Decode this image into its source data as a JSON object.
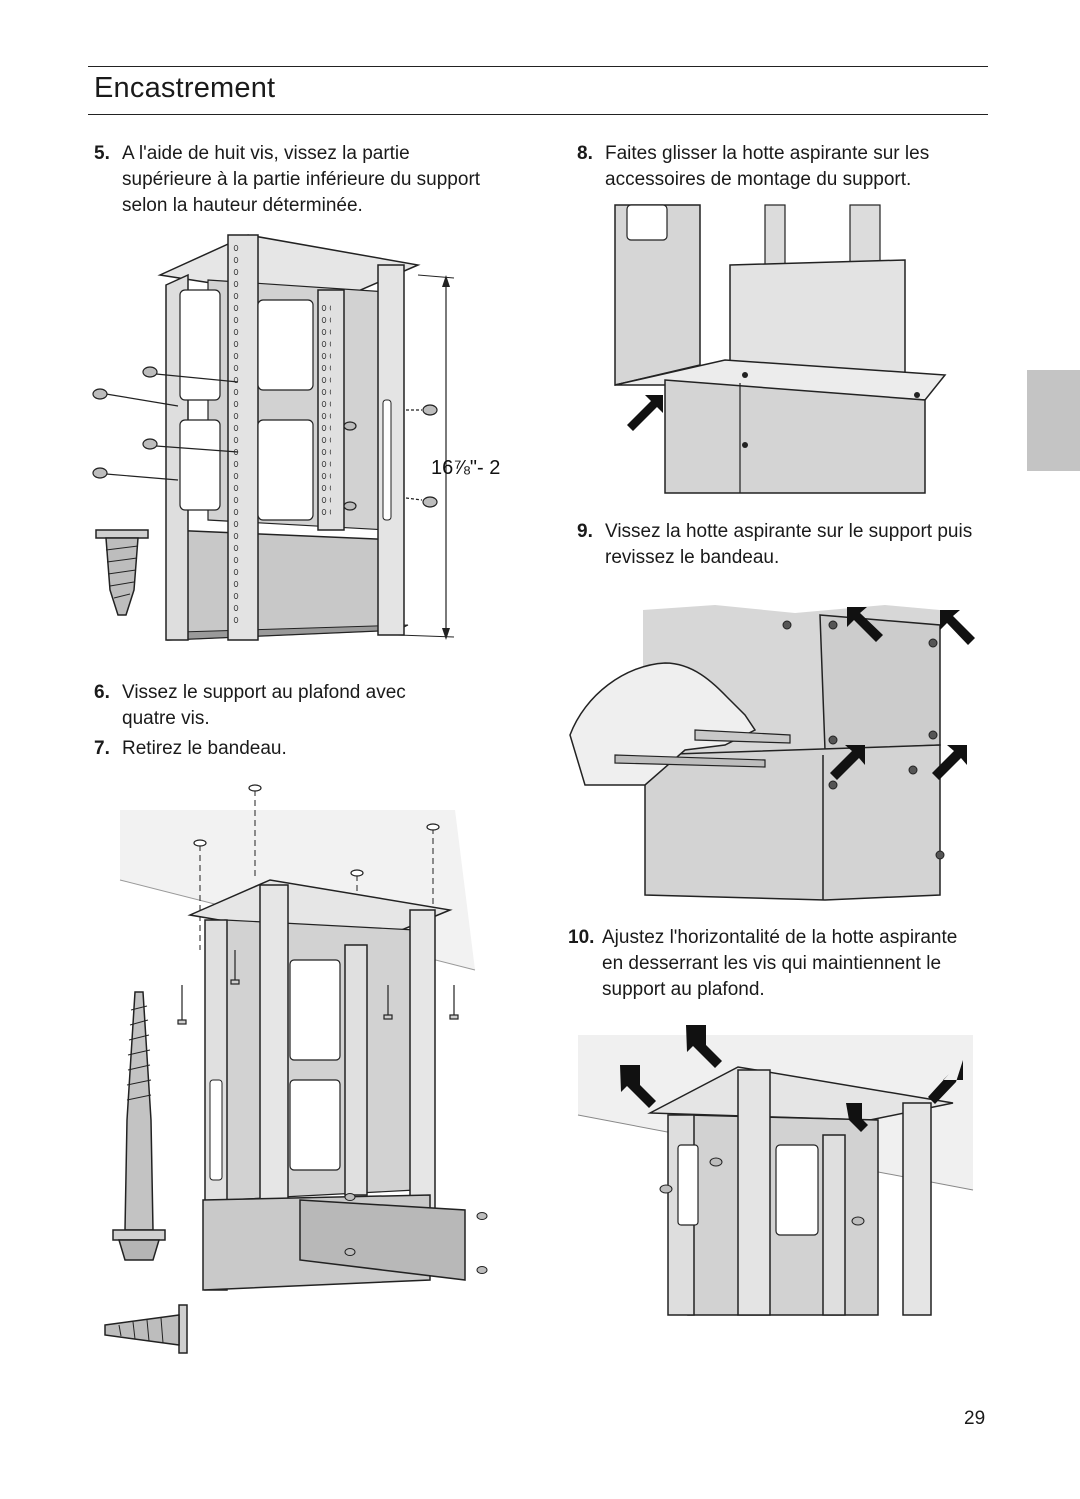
{
  "header": {
    "title": "Encastrement"
  },
  "steps": [
    {
      "num": "5.",
      "text": "A l'aide de huit vis, vissez la partie supérieure à la partie inférieure du support selon la hauteur déterminée."
    },
    {
      "num": "6.",
      "text": "Vissez le support au plafond avec quatre vis."
    },
    {
      "num": "7.",
      "text": "Retirez le bandeau."
    },
    {
      "num": "8.",
      "text": "Faites glisser la hotte aspirante sur les accessoires de montage du support."
    },
    {
      "num": "9.",
      "text": "Vissez la hotte aspirante sur le support puis revissez le bandeau."
    },
    {
      "num": "10.",
      "text": "Ajustez l'horizontalité de la hotte aspirante en desserrant les vis qui maintiennent le support au plafond."
    }
  ],
  "figures": {
    "fig5": {
      "dimension_label": "16⅞\"- 2"
    }
  },
  "footer": {
    "page_number": "29"
  },
  "colors": {
    "metal": "#d9d9d9",
    "metal_dark": "#a9a9a9",
    "outline": "#222222",
    "tab": "#c4c4c4"
  }
}
